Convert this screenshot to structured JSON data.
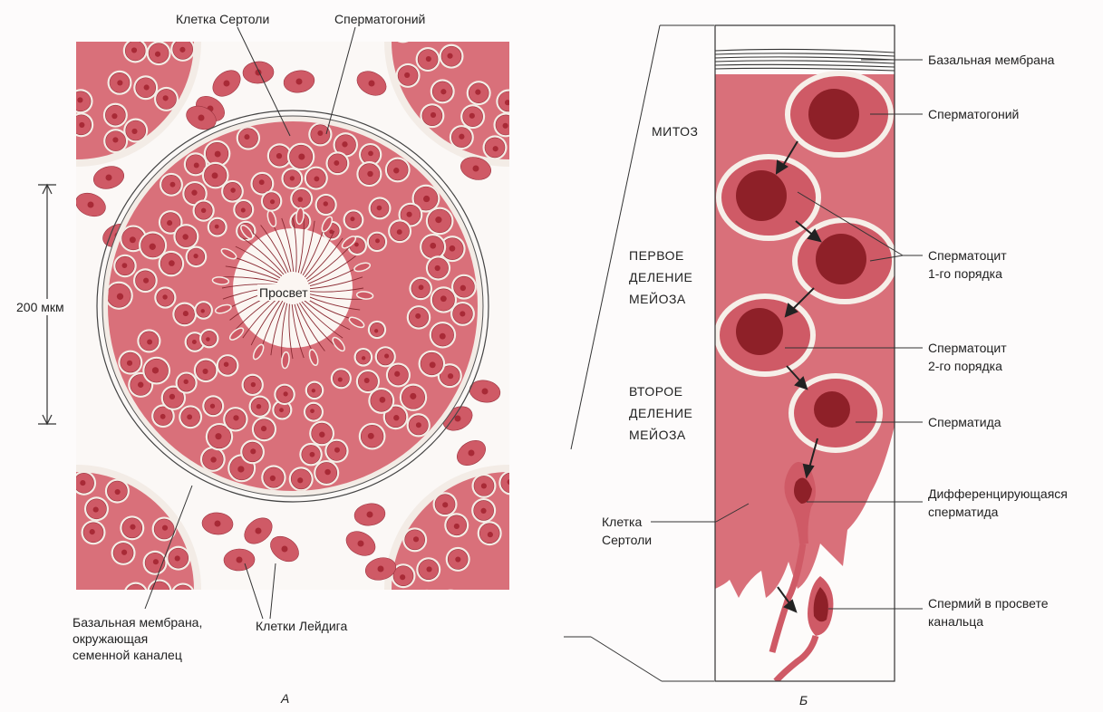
{
  "panel_a": {
    "letter": "А",
    "labels": {
      "sertoli": "Клетка Сертоли",
      "spermatogonium": "Сперматогоний",
      "lumen": "Просвет",
      "scale": "200 мкм",
      "basal_membrane": [
        "Базальная мембрана,",
        "окружающая",
        "семенной каналец"
      ],
      "leydig": "Клетки Лейдига"
    }
  },
  "panel_b": {
    "letter": "Б",
    "stages": {
      "mitosis": "МИТОЗ",
      "meiosis1": [
        "ПЕРВОЕ",
        "ДЕЛЕНИЕ",
        "МЕЙОЗА"
      ],
      "meiosis2": [
        "ВТОРОЕ",
        "ДЕЛЕНИЕ",
        "МЕЙОЗА"
      ]
    },
    "labels": {
      "basal_membrane": "Базальная мембрана",
      "spermatogonium": "Сперматогоний",
      "spermatocyte1": [
        "Сперматоцит",
        "1-го порядка"
      ],
      "spermatocyte2": [
        "Сперматоцит",
        "2-го порядка"
      ],
      "spermatid": "Сперматида",
      "diff_spermatid": [
        "Дифференцирующаяся",
        "сперматида"
      ],
      "sertoli": [
        "Клетка",
        "Сертоли"
      ],
      "sperm": [
        "Спермий в просвете",
        "канальца"
      ]
    }
  },
  "colors": {
    "tissue": "#d9707a",
    "cell": "#cf5a66",
    "nucleus": "#a82a36",
    "dark_nucleus": "#8e2028",
    "membrane": "#f4ede6",
    "line": "#333333"
  }
}
